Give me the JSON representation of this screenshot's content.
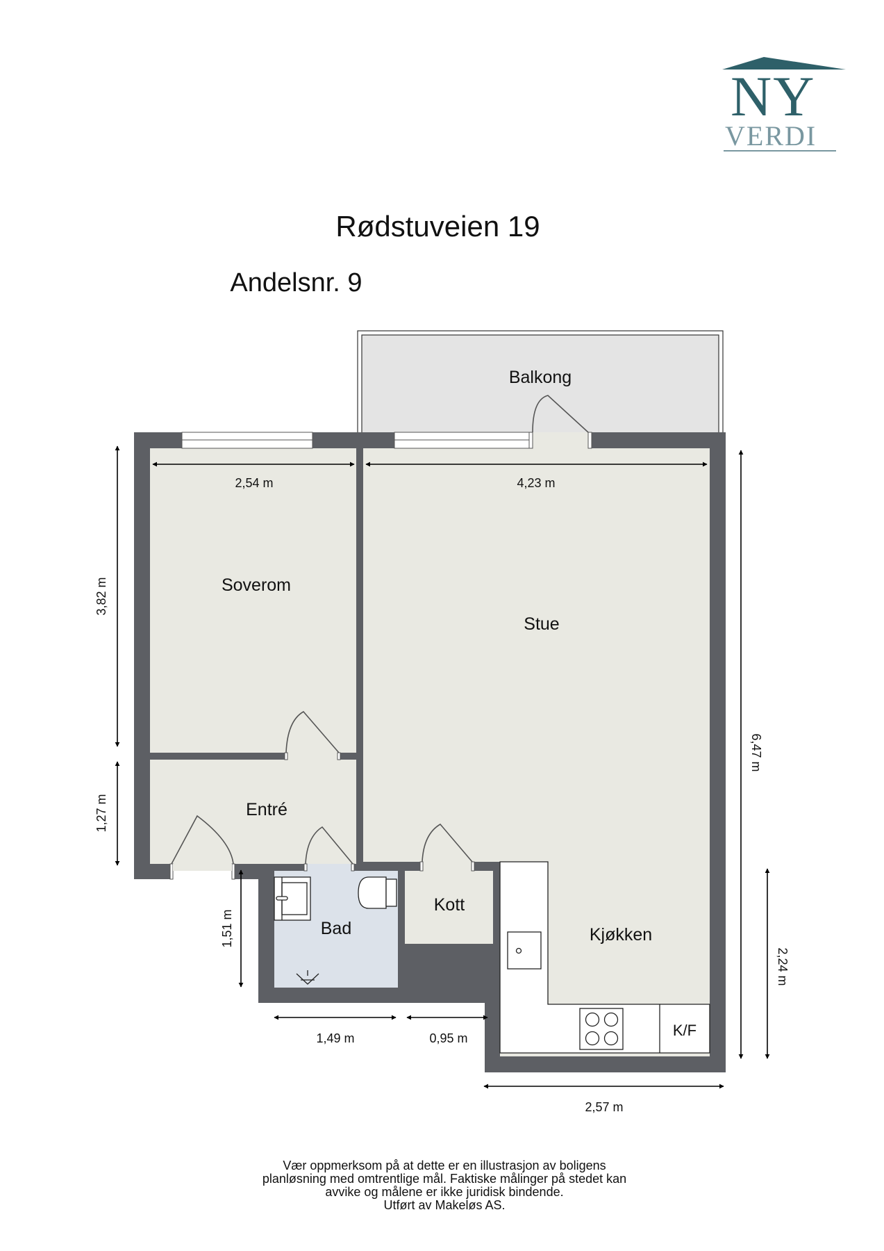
{
  "logo": {
    "line1": "NY",
    "line2": "VERDI",
    "primary_color": "#2e6069",
    "secondary_color": "#7997a0"
  },
  "header": {
    "title": "Rødstuveien 19",
    "subtitle": "Andelsnr. 9"
  },
  "rooms": {
    "balcony": "Balkong",
    "bedroom": "Soverom",
    "living_room": "Stue",
    "entrance": "Entré",
    "bathroom": "Bad",
    "storage": "Kott",
    "kitchen": "Kjøkken",
    "fridge_freezer": "K/F"
  },
  "dimensions": {
    "bedroom_width": "2,54 m",
    "living_width": "4,23 m",
    "bedroom_depth": "3,82 m",
    "entrance_depth": "1,27 m",
    "bathroom_depth": "1,51 m",
    "bathroom_width": "1,49 m",
    "storage_width": "0,95 m",
    "total_depth": "6,47 m",
    "kitchen_depth": "2,24 m",
    "kitchen_width": "2,57 m"
  },
  "colors": {
    "wall": "#5d5f64",
    "floor": "#e9e9e2",
    "bathroom_floor": "#dce2ea",
    "balcony_floor": "#e4e4e4",
    "counter": "#ffffff"
  },
  "disclaimer": {
    "lines": [
      "Vær oppmerksom på at dette er en illustrasjon av boligens",
      "planløsning med omtrentlige mål. Faktiske målinger på stedet kan",
      "avvike og målene er ikke juridisk bindende.",
      "Utført av Makeløs AS."
    ]
  }
}
